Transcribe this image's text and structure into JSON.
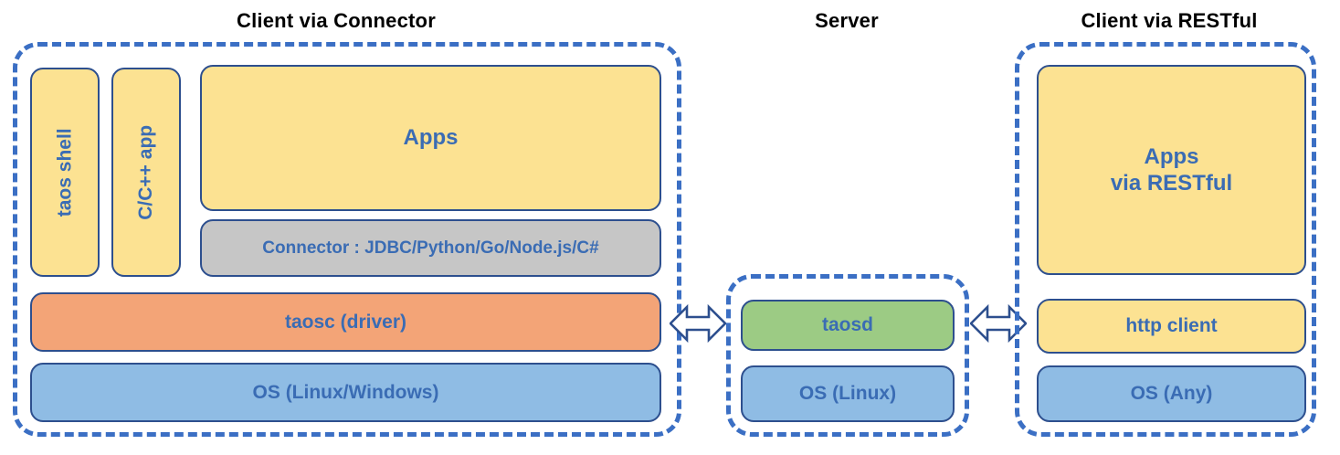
{
  "diagram": {
    "title_left": "Client via Connector",
    "title_middle": "Server",
    "title_right": "Client via RESTful",
    "colors": {
      "dashed_border": "#3b6fc4",
      "node_border": "#2d4f8e",
      "label_text": "#3a6cb4",
      "title_text": "#000000",
      "yellow": "#fce292",
      "orange": "#f3a477",
      "blue": "#8fbce4",
      "green": "#9ccb84",
      "gray": "#c6c6c6",
      "background": "#ffffff"
    },
    "client_connector": {
      "taos_shell": "taos shell",
      "c_cpp_app": "C/C++ app",
      "apps": "Apps",
      "connector": "Connector : JDBC/Python/Go/Node.js/C#",
      "taosc": "taosc (driver)",
      "os": "OS (Linux/Windows)"
    },
    "server": {
      "taosd": "taosd",
      "os": "OS (Linux)"
    },
    "client_restful": {
      "apps_line1": "Apps",
      "apps_line2": "via RESTful",
      "http_client": "http client",
      "os": "OS (Any)"
    },
    "arrows": {
      "left_arrow_name": "double-headed-arrow",
      "right_arrow_name": "double-headed-arrow"
    }
  }
}
